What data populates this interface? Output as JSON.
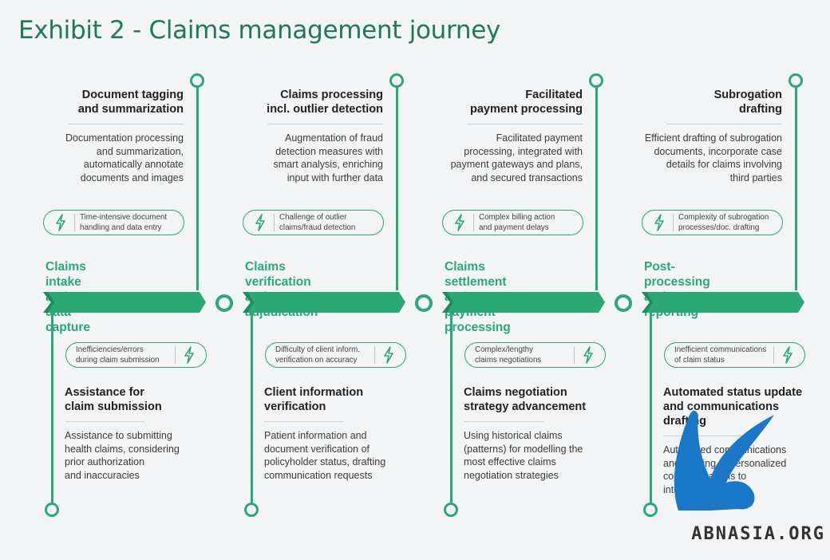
{
  "title": "Exhibit 2 - Claims management journey",
  "colors": {
    "accent": "#2aa876",
    "title": "#1e7a57",
    "arrow_shadow": "#1f8a60",
    "text": "#222222"
  },
  "stages": [
    {
      "phase": [
        "Claims intake",
        "and data capture"
      ],
      "top": {
        "title": [
          "Document tagging",
          "and summarization"
        ],
        "desc": [
          "Documentation processing",
          "and summarization,",
          "automatically annotate",
          "documents and images"
        ]
      },
      "top_pain": {
        "icon": "lightning-icon",
        "text": [
          "Time-intensive document",
          "handling and data entry"
        ]
      },
      "bottom_pain": {
        "icon": "lightning-icon",
        "text": [
          "Inefficiencies/errors",
          "during claim submission"
        ]
      },
      "bottom": {
        "title": [
          "Assistance for",
          "claim submission"
        ],
        "desc": [
          "Assistance to submitting",
          "health claims, considering",
          "prior authorization",
          "and inaccuracies"
        ]
      }
    },
    {
      "phase": [
        "Claims verification",
        "and adjudication"
      ],
      "top": {
        "title": [
          "Claims processing",
          "incl. outlier detection"
        ],
        "desc": [
          "Augmentation of fraud",
          "detection measures with",
          "smart analysis, enriching",
          "input with further data"
        ]
      },
      "top_pain": {
        "icon": "lightning-icon",
        "text": [
          "Challenge of outlier ",
          "claims/fraud detection"
        ]
      },
      "bottom_pain": {
        "icon": "lightning-icon",
        "text": [
          "Difficulty of client inform.",
          "verification on accuracy"
        ]
      },
      "bottom": {
        "title": [
          "Client information",
          "verification"
        ],
        "desc": [
          "Patient information and",
          "document verification of",
          "policyholder status, drafting",
          "communication requests"
        ]
      }
    },
    {
      "phase": [
        "Claims settlement and",
        "payment processing"
      ],
      "top": {
        "title": [
          "Facilitated",
          "payment processing"
        ],
        "desc": [
          "Facilitated payment",
          "processing, integrated with",
          "payment gateways and plans,",
          "and secured transactions"
        ]
      },
      "top_pain": {
        "icon": "lightning-icon",
        "text": [
          "Complex billing action",
          "and payment delays"
        ]
      },
      "bottom_pain": {
        "icon": "lightning-icon",
        "text": [
          "Complex/lengthy",
          "claims negotiations"
        ]
      },
      "bottom": {
        "title": [
          "Claims negotiation",
          "strategy advancement"
        ],
        "desc": [
          "Using historical claims",
          "(patterns) for modelling the",
          "most effective claims",
          "negotiation strategies"
        ]
      }
    },
    {
      "phase": [
        "Post-processing",
        "and reporting"
      ],
      "top": {
        "title": [
          "Subrogation",
          "drafting"
        ],
        "desc": [
          "Efficient drafting of subrogation",
          "documents, incorporate case",
          "details for claims involving",
          "third parties"
        ]
      },
      "top_pain": {
        "icon": "lightning-icon",
        "text": [
          "Complexity of subrogation",
          "processes/doc. drafting"
        ]
      },
      "bottom_pain": {
        "icon": "lightning-icon",
        "text": [
          "Inefficient communications",
          "of claim status"
        ]
      },
      "bottom": {
        "title": [
          "Automated status update",
          "and communications",
          "drafting"
        ],
        "desc": [
          "Automated communications",
          "and drafting of personalized",
          "communications to",
          "interested parties"
        ]
      }
    }
  ],
  "watermark": "ABNASIA.ORG"
}
